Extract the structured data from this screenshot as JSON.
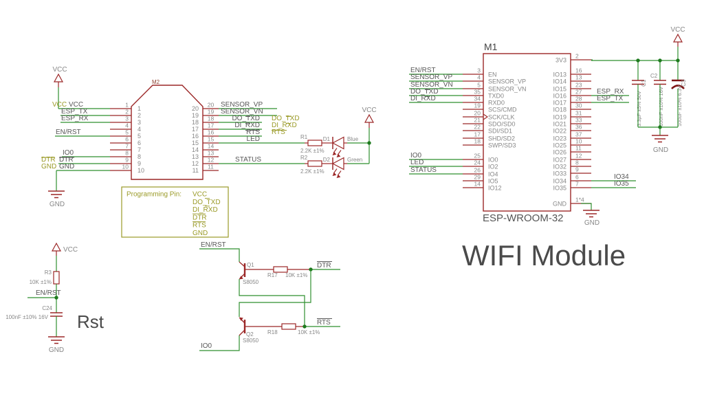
{
  "m2": {
    "ref": "M2",
    "vcc": "VCC",
    "gnd": "GND",
    "left": [
      {
        "num": "1",
        "net": "VCC",
        "tag": "VCC"
      },
      {
        "num": "2",
        "net": "ESP_TX"
      },
      {
        "num": "3",
        "net": "ESP_RX"
      },
      {
        "num": "4"
      },
      {
        "num": "5",
        "net": "EN/RST"
      },
      {
        "num": "6"
      },
      {
        "num": "7"
      },
      {
        "num": "8",
        "net": "IO0"
      },
      {
        "num": "9",
        "net": "DTR",
        "tag": "DTR"
      },
      {
        "num": "10",
        "net": "GND",
        "tag": "GND"
      }
    ],
    "right": [
      {
        "num": "20",
        "net": "SENSOR_VP"
      },
      {
        "num": "19",
        "net": "SENSOR_VN"
      },
      {
        "num": "18",
        "net": "DO_TXD",
        "tag": "DO_TXD"
      },
      {
        "num": "17",
        "net": "DI_RXD",
        "tag": "DI_RXD"
      },
      {
        "num": "16",
        "net": "RTS",
        "tag": "RTS"
      },
      {
        "num": "15",
        "net": "LED"
      },
      {
        "num": "14"
      },
      {
        "num": "13"
      },
      {
        "num": "12",
        "net": "STATUS"
      },
      {
        "num": "11"
      }
    ]
  },
  "led_circuit": {
    "vcc": "VCC",
    "r1": {
      "ref": "R1",
      "value": "2.2K ±1%"
    },
    "d1": {
      "ref": "D1",
      "label": "Blue"
    },
    "r2": {
      "ref": "R2",
      "value": "2.2K ±1%"
    },
    "d2": {
      "ref": "D2",
      "label": "Green"
    }
  },
  "programming_box": {
    "title": "Programming Pin:",
    "pins": [
      "VCC",
      "DO_TXD",
      "DI_RXD",
      "DTR",
      "RTS",
      "GND"
    ]
  },
  "rst": {
    "title": "Rst",
    "vcc": "VCC",
    "gnd": "GND",
    "net": "EN/RST",
    "r3": {
      "ref": "R3",
      "value": "10K ±1%"
    },
    "c24": {
      "ref": "C24",
      "value": "100nF ±10% 16V"
    }
  },
  "autoprog": {
    "en_rst": "EN/RST",
    "io0": "IO0",
    "dtr": "DTR",
    "rts": "RTS",
    "q1": {
      "ref": "Q1",
      "part": "S8050"
    },
    "q2": {
      "ref": "Q2",
      "part": "S8050"
    },
    "r17": {
      "ref": "R17",
      "value": "10K ±1%"
    },
    "r18": {
      "ref": "R18",
      "value": "10K ±1%"
    }
  },
  "m1": {
    "ref": "M1",
    "part": "ESP-WROOM-32",
    "title": "WIFI Module",
    "vcc": "VCC",
    "gnd_caps": "GND",
    "gnd_pin": "GND",
    "left": [
      {
        "net": "EN/RST",
        "num": "3",
        "name": "EN"
      },
      {
        "net": "SENSOR_VP",
        "num": "4",
        "name": "SENSOR_VP"
      },
      {
        "net": "SENSOR_VN",
        "num": "5",
        "name": "SENSOR_VN"
      },
      {
        "net": "DO_TXD",
        "num": "35",
        "name": "TXD0"
      },
      {
        "net": "DI_RXD",
        "num": "34",
        "name": "RXD0"
      },
      {
        "num": "19",
        "name": "SCS/CMD"
      },
      {
        "num": "20",
        "name": "SCK/CLK"
      },
      {
        "num": "21",
        "name": "SDO/SD0"
      },
      {
        "num": "22",
        "name": "SDI/SD1"
      },
      {
        "num": "17",
        "name": "SHD/SD2"
      },
      {
        "num": "18",
        "name": "SWP/SD3"
      },
      {
        "net": "IO0",
        "num": "25",
        "name": "IO0"
      },
      {
        "net": "LED",
        "num": "24",
        "name": "IO2"
      },
      {
        "net": "STATUS",
        "num": "26",
        "name": "IO4"
      },
      {
        "num": "29",
        "name": "IO5"
      },
      {
        "num": "14",
        "name": "IO12"
      }
    ],
    "right": [
      {
        "name": "3V3",
        "num": "2"
      },
      {
        "name": "IO13",
        "num": "16"
      },
      {
        "name": "IO14",
        "num": "13"
      },
      {
        "name": "IO15",
        "num": "23"
      },
      {
        "name": "IO16",
        "num": "27",
        "net": "ESP_RX"
      },
      {
        "name": "IO17",
        "num": "28",
        "net": "ESP_TX"
      },
      {
        "name": "IO18",
        "num": "30"
      },
      {
        "name": "IO19",
        "num": "31"
      },
      {
        "name": "IO21",
        "num": "33"
      },
      {
        "name": "IO22",
        "num": "36"
      },
      {
        "name": "IO23",
        "num": "37"
      },
      {
        "name": "IO25",
        "num": "10"
      },
      {
        "name": "IO26",
        "num": "11"
      },
      {
        "name": "IO27",
        "num": "12"
      },
      {
        "name": "IO32",
        "num": "8"
      },
      {
        "name": "IO33",
        "num": "9"
      },
      {
        "name": "IO34",
        "num": "6",
        "net": "IO34"
      },
      {
        "name": "IO35",
        "num": "7",
        "net": "IO35"
      },
      {
        "name": "GND",
        "num": "1*4"
      }
    ],
    "caps": {
      "c1": {
        "ref": "C1",
        "value": "3.3µF ±5% 50V"
      },
      "c2": {
        "ref": "C2",
        "value": "100nF ±10% 16V"
      },
      "c3": {
        "ref": "C3",
        "value": "100uF ±10% 6.3V"
      }
    }
  },
  "colors": {
    "wire_green": "#2f8f2f",
    "component_red": "#9b2626",
    "polar_cap_red": "#7d1414",
    "net_label_gray": "#575757",
    "pin_text_gray": "#878787",
    "net_tag_yellow": "#9a9a27",
    "junction_green": "#1e7a1e",
    "big_text_gray": "#4a4a4a"
  }
}
